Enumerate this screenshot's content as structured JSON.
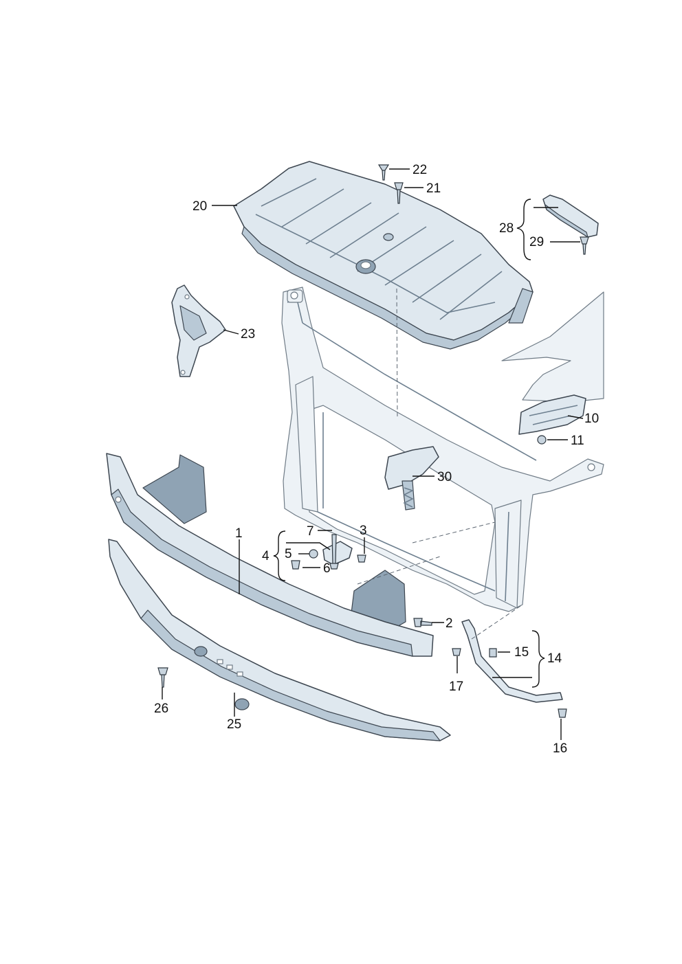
{
  "callouts": {
    "c1": "1",
    "c2": "2",
    "c3": "3",
    "c4": "4",
    "c5": "5",
    "c6": "6",
    "c7": "7",
    "c10": "10",
    "c11": "11",
    "c14": "14",
    "c15": "15",
    "c16": "16",
    "c17": "17",
    "c20": "20",
    "c21": "21",
    "c22": "22",
    "c23": "23",
    "c25": "25",
    "c26": "26",
    "c28": "28",
    "c29": "29",
    "c30": "30"
  },
  "colors": {
    "part_fill": "#dfe8ef",
    "part_shade": "#b9c9d6",
    "outline": "#3d4650",
    "frame_fill": "#edf2f6",
    "label_text": "#111111"
  }
}
